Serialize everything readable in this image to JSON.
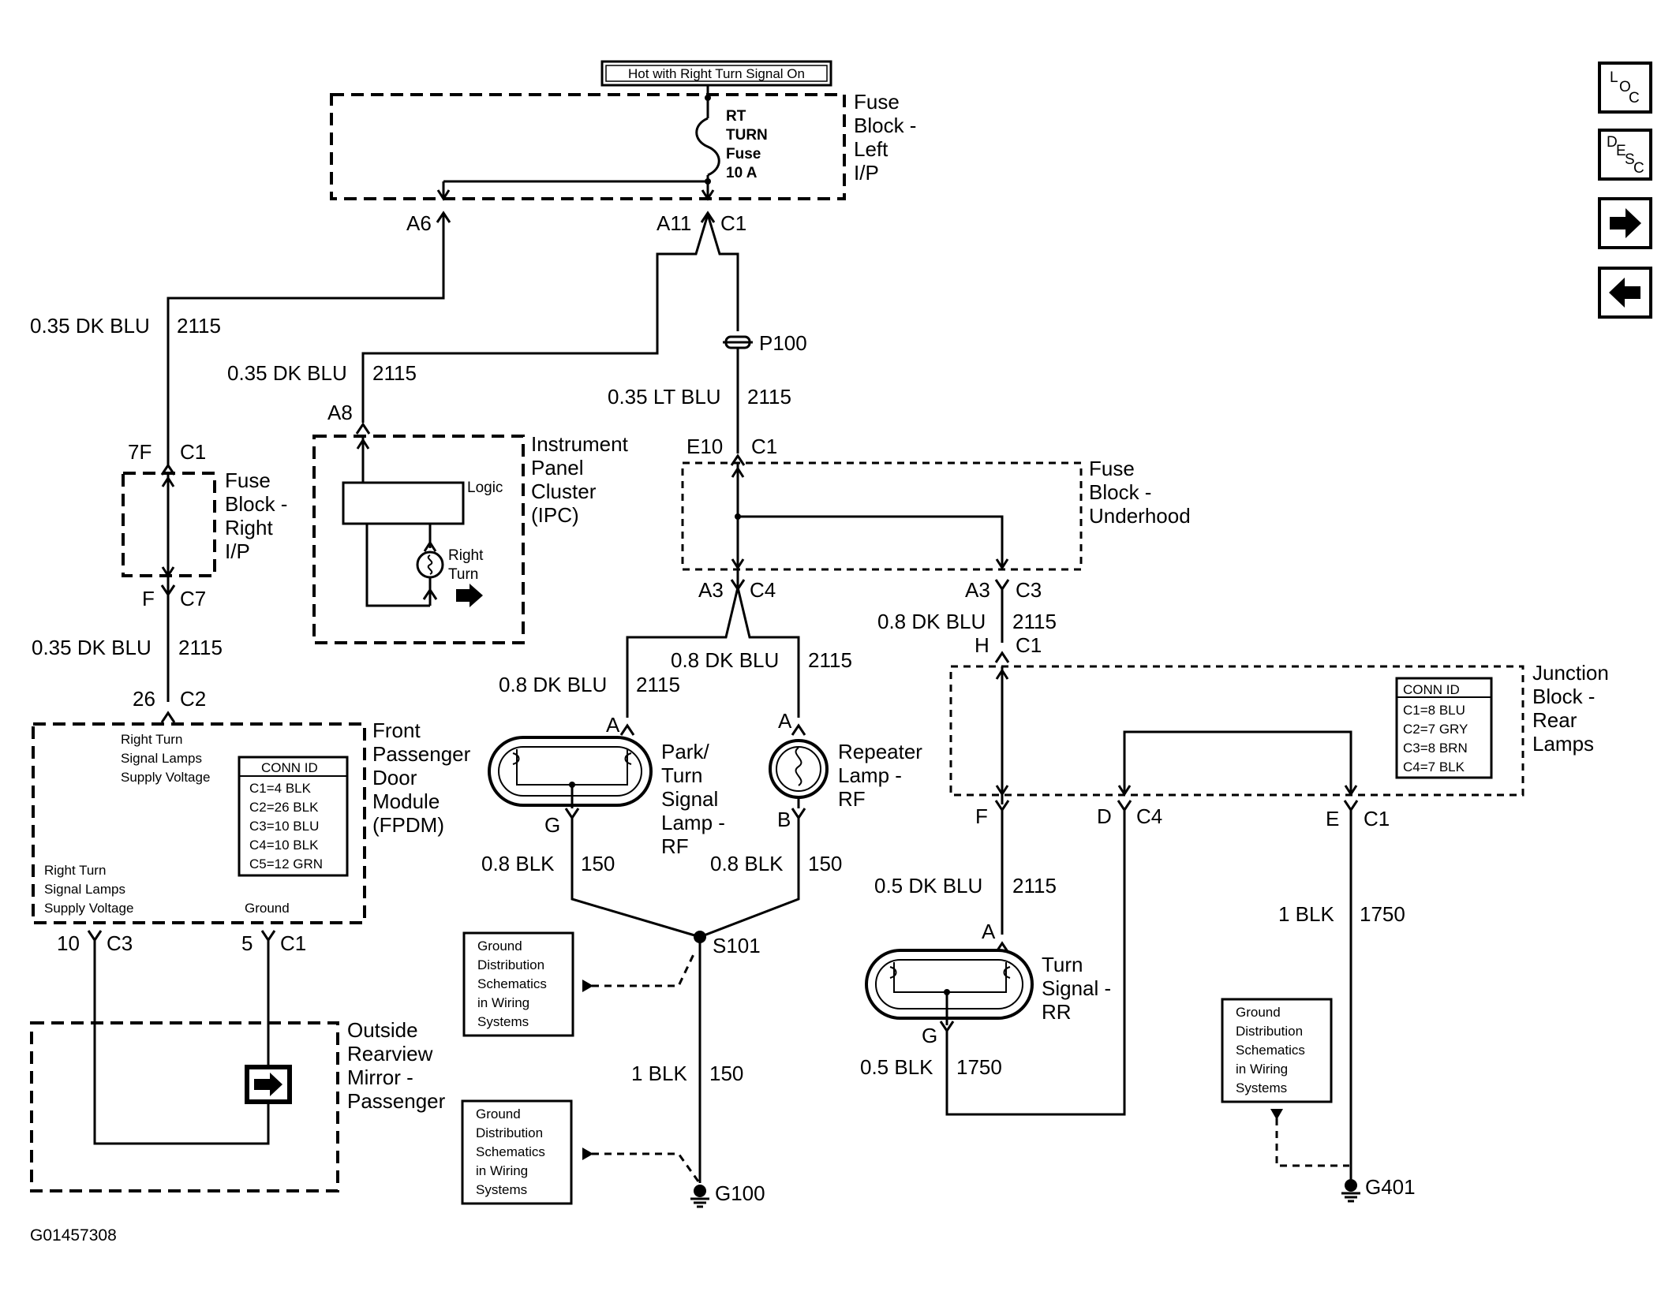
{
  "header": {
    "hot_label": "Hot with Right Turn Signal On"
  },
  "fuse": {
    "line1": "RT",
    "line2": "TURN",
    "line3": "Fuse",
    "line4": "10 A"
  },
  "components": {
    "fuse_block_left": [
      "Fuse",
      "Block -",
      "Left",
      "I/P"
    ],
    "fuse_block_right": [
      "Fuse",
      "Block -",
      "Right",
      "I/P"
    ],
    "ipc": [
      "Instrument",
      "Panel",
      "Cluster",
      "(IPC)"
    ],
    "ipc_logic": "Logic",
    "ipc_right_turn": [
      "Right",
      "Turn"
    ],
    "fuse_block_underhood": [
      "Fuse",
      "Block -",
      "Underhood"
    ],
    "junction_block": [
      "Junction",
      "Block -",
      "Rear",
      "Lamps"
    ],
    "fpdm": [
      "Front",
      "Passenger",
      "Door",
      "Module",
      "(FPDM)"
    ],
    "fpdm_pin_top": [
      "Right Turn",
      "Signal Lamps",
      "Supply Voltage"
    ],
    "fpdm_pin_bottom": [
      "Right Turn",
      "Signal Lamps",
      "Supply Voltage"
    ],
    "fpdm_ground": "Ground",
    "park_turn_lamp": [
      "Park/",
      "Turn",
      "Signal",
      "Lamp -",
      "RF"
    ],
    "repeater_lamp": [
      "Repeater",
      "Lamp -",
      "RF"
    ],
    "turn_signal_rr": [
      "Turn",
      "Signal -",
      "RR"
    ],
    "mirror": [
      "Outside",
      "Rearview",
      "Mirror -",
      "Passenger"
    ]
  },
  "conn_ids": {
    "fpdm": {
      "title": "CONN ID",
      "rows": [
        "C1=4 BLK",
        "C2=26 BLK",
        "C3=10 BLU",
        "C4=10 BLK",
        "C5=12 GRN"
      ]
    },
    "junction": {
      "title": "CONN ID",
      "rows": [
        "C1=8 BLU",
        "C2=7 GRY",
        "C3=8 BRN",
        "C4=7 BLK"
      ]
    }
  },
  "connectors": {
    "a6": "A6",
    "a11": "A11",
    "c1_top": "C1",
    "p100": "P100",
    "c7f": "7F",
    "c7f_c": "C1",
    "a8": "A8",
    "e10": "E10",
    "e10_c": "C1",
    "f": "F",
    "f_c": "C7",
    "a3l": "A3",
    "a3l_c": "C4",
    "a3r": "A3",
    "a3r_c": "C3",
    "h": "H",
    "h_c": "C1",
    "c26": "26",
    "c26_c": "C2",
    "lamp_a": "A",
    "lamp_g": "G",
    "rep_a": "A",
    "rep_b": "B",
    "jb_f": "F",
    "jb_d": "D",
    "jb_d_c": "C4",
    "jb_e": "E",
    "jb_e_c": "C1",
    "rr_a": "A",
    "rr_g": "G",
    "c10": "10",
    "c10_c": "C3",
    "c5": "5",
    "c5_c": "C1"
  },
  "wires": {
    "w1": "0.35 DK BLU",
    "w1c": "2115",
    "w2": "0.35 DK BLU",
    "w2c": "2115",
    "w3": "0.35 LT BLU",
    "w3c": "2115",
    "w4": "0.35 DK BLU",
    "w4c": "2115",
    "w5": "0.8 DK BLU",
    "w5c": "2115",
    "w6": "0.8 DK BLU",
    "w6c": "2115",
    "w7": "0.8 DK BLU",
    "w7c": "2115",
    "w8": "0.8 BLK",
    "w8c": "150",
    "w9": "0.8 BLK",
    "w9c": "150",
    "w10": "0.5 DK BLU",
    "w10c": "2115",
    "w11": "1 BLK",
    "w11c": "1750",
    "w12": "1 BLK",
    "w12c": "150",
    "w13": "0.5 BLK",
    "w13c": "1750"
  },
  "splice": "S101",
  "grounds": {
    "g100": "G100",
    "g401": "G401"
  },
  "ground_ref": [
    "Ground",
    "Distribution",
    "Schematics",
    "in Wiring",
    "Systems"
  ],
  "nav": {
    "loc": {
      "a": "L",
      "b": "O",
      "c": "C"
    },
    "desc": {
      "a": "D",
      "b": "E",
      "c": "S",
      "d": "C"
    }
  },
  "figure_id": "G01457308"
}
